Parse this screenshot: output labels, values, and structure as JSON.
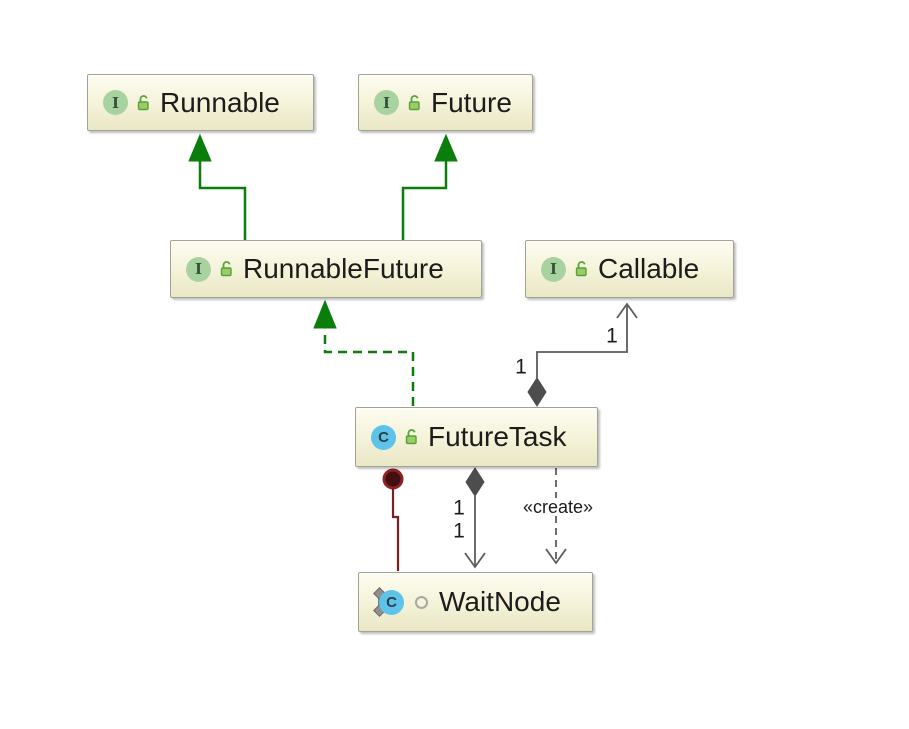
{
  "nodes": {
    "runnable": {
      "label": "Runnable",
      "kind": "interface"
    },
    "future": {
      "label": "Future",
      "kind": "interface"
    },
    "runnable_future": {
      "label": "RunnableFuture",
      "kind": "interface"
    },
    "callable": {
      "label": "Callable",
      "kind": "interface"
    },
    "future_task": {
      "label": "FutureTask",
      "kind": "class"
    },
    "wait_node": {
      "label": "WaitNode",
      "kind": "nested-class"
    }
  },
  "icons": {
    "interface_letter": "I",
    "class_letter": "C"
  },
  "edge_labels": {
    "futuretask_callable_source": "1",
    "futuretask_callable_target": "1",
    "futuretask_waitnode_a": "1",
    "futuretask_waitnode_b": "1",
    "create_stereotype": "«create»"
  },
  "colors": {
    "inheritance_green": "#0b7d0b",
    "association_gray": "#5c5c5c",
    "diamond_fill": "#4d4d4d",
    "maroon_line": "#7d1f1f",
    "maroon_dot_fill": "#431010",
    "maroon_dot_ring": "#8b2424",
    "node_border": "#a3a294",
    "node_fill_top": "#fdfcf1",
    "node_fill_bottom": "#e9e7c4",
    "interface_icon_fill": "#a9d2a1",
    "class_icon_fill": "#5ec3e9",
    "lock_green": "#57a337",
    "text_color": "#1c1c1c"
  }
}
